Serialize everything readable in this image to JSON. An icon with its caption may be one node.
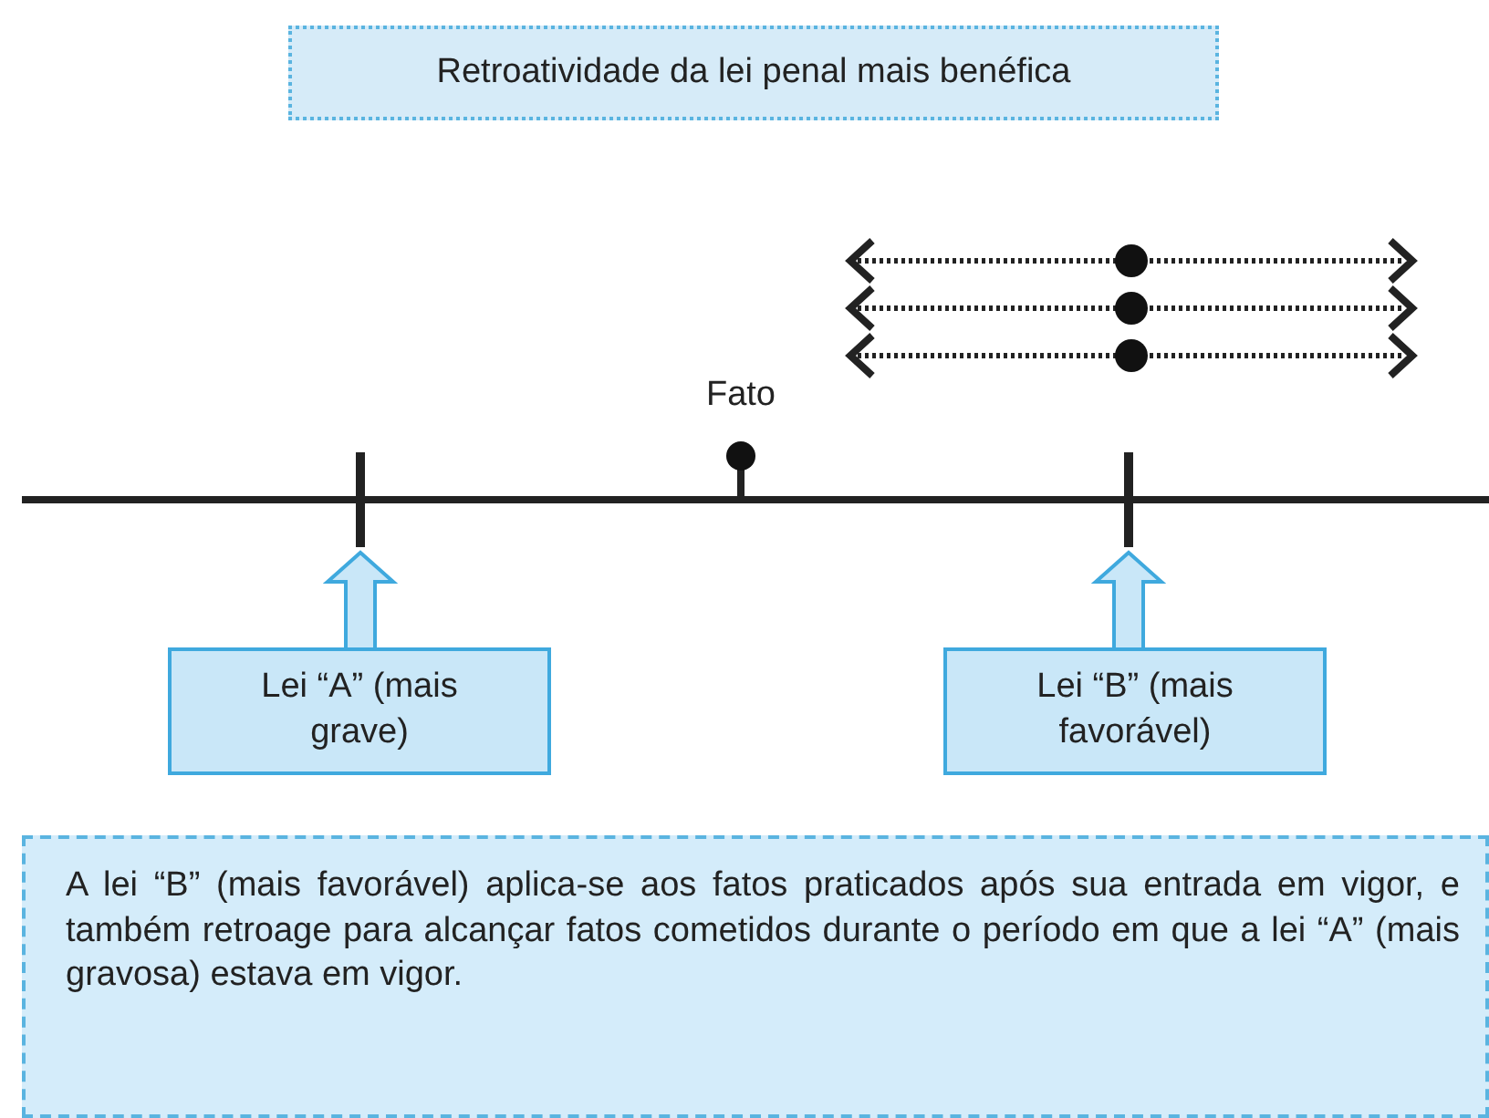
{
  "diagram": {
    "title": "Retroatividade da lei penal mais benéfica",
    "nodes": [
      {
        "text": [],
        "shape": "bar"
      },
      {
        "text": [],
        "shape": "bar"
      },
      {
        "text": [
          "Lei “A” (mais grave)"
        ]
      },
      {
        "text": [
          "Lei “B” (mais favorável)"
        ]
      },
      {
        "text": [
          "A lei “B” (mais favorável) aplica-se aos fatos praticados após sua entrada em vigor, e também retroage para alcançar fatos cometidos durante o período em que a lei “A” (mais gravosa) estava em vigor."
        ]
      }
    ],
    "edges": [
      {
        "from": 2,
        "to": 0,
        "arrow": "to",
        "style": "thick"
      },
      {
        "from": 3,
        "to": 1,
        "arrow": "to",
        "style": "thick"
      }
    ],
    "labels": [
      "Fato"
    ]
  }
}
